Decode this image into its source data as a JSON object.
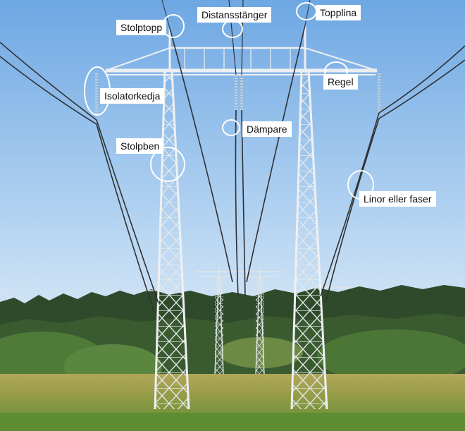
{
  "annotations": {
    "stolptopp": "Stolptopp",
    "distansstanger": "Distansstänger",
    "topplina": "Topplina",
    "isolatorkedja": "Isolatorkedja",
    "regel": "Regel",
    "dampare": "Dämpare",
    "stolpben": "Stolpben",
    "linor_eller_faser": "Linor eller faser"
  },
  "colors": {
    "label_background": "#ffffff",
    "label_text": "#111111",
    "marker_ring": "#ffffff"
  }
}
